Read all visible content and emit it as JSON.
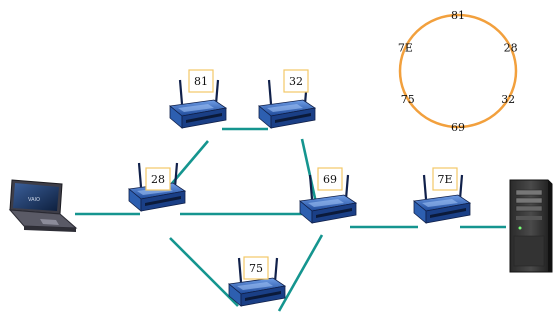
{
  "colors": {
    "link": "#15958f",
    "ring": "#f2a03d",
    "label_border": "#f3c867",
    "router_body": "#2d5fb0",
    "router_dark": "#10204a"
  },
  "nodes": [
    {
      "id": "r81",
      "label": "81"
    },
    {
      "id": "r32",
      "label": "32"
    },
    {
      "id": "r28",
      "label": "28"
    },
    {
      "id": "r69",
      "label": "69"
    },
    {
      "id": "r7E",
      "label": "7E"
    },
    {
      "id": "r75",
      "label": "75"
    }
  ],
  "ring": {
    "labels": [
      "81",
      "28",
      "32",
      "69",
      "75",
      "7E"
    ]
  },
  "devices": {
    "laptop_brand": "VAIO"
  }
}
